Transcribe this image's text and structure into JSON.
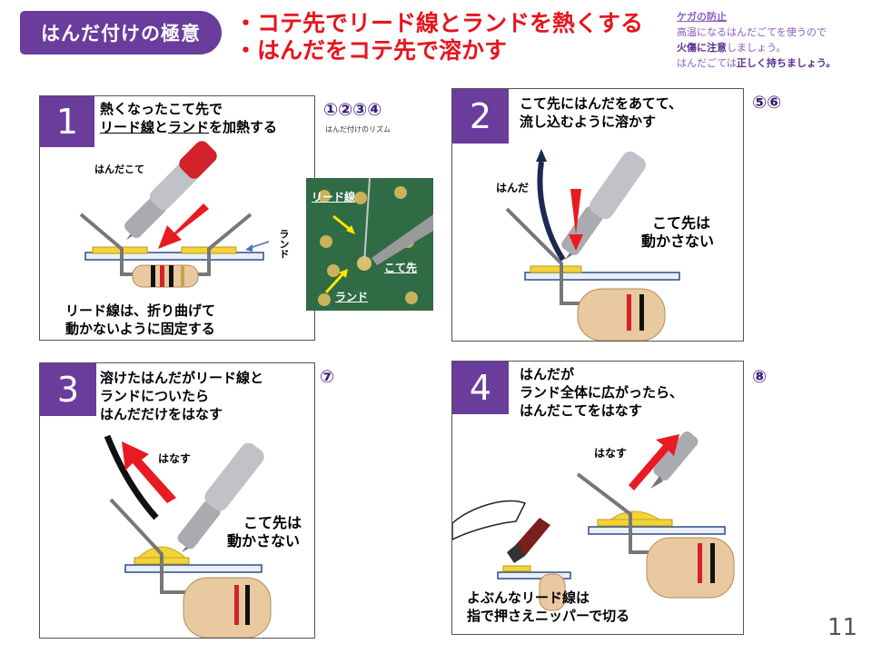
{
  "header": {
    "title": "はんだ付けの極意",
    "points": [
      "・コテ先でリード線とランドを熱くする",
      "・はんだをコテ先で溶かす"
    ]
  },
  "safety": {
    "heading": "ケガの防止",
    "line1": "高温になるはんだごてを使うので",
    "line2_bold": "火傷に注意",
    "line2_rest": "しましょう。",
    "line3_pre": "はんだごては",
    "line3_bold": "正しく持ちましょう。"
  },
  "steps": [
    {
      "number": "1",
      "caption_line1": "熱くなったこて先で",
      "caption_b1": "リード線",
      "caption_mid": "と",
      "caption_b2": "ランド",
      "caption_end": "を加熱する",
      "label_iron": "はんだこて",
      "label_land": "ランド",
      "note_line1": "リード線は、折り曲げて",
      "note_line2": "動かないように固定する"
    },
    {
      "number": "2",
      "caption_line1": "こて先にはんだをあてて、",
      "caption_line2": "流し込むように溶かす",
      "label_solder": "はんだ",
      "note_line1": "こて先は",
      "note_line2": "動かさない"
    },
    {
      "number": "3",
      "caption_line1": "溶けたはんだがリード線と",
      "caption_line2": "ランドについたら",
      "caption_line3": "はんだだけをはなす",
      "label_release": "はなす",
      "note_line1": "こて先は",
      "note_line2": "動かさない"
    },
    {
      "number": "4",
      "caption_line1": "はんだが",
      "caption_line2": "ランド全体に広がったら、",
      "caption_line3": "はんだこてをはなす",
      "label_release": "はなす",
      "note_line1": "よぶんなリード線は",
      "note_line2": "指で押さえニッパーで切る"
    }
  ],
  "rhythm": {
    "step1_marks": "①②③④",
    "step1_sub": "はんだ付けのリズム",
    "step2_marks": "⑤⑥",
    "step3_marks": "⑦",
    "step4_marks": "⑧"
  },
  "photo": {
    "label_lead": "リード線",
    "label_tip": "こて先",
    "label_land": "ランド"
  },
  "page_number": "11",
  "colors": {
    "accent_purple": "#6a3c9c",
    "headline_red": "#e6141e",
    "arrow_red": "#e81a22",
    "land_yellow": "#f2d43a",
    "solder_navy": "#1b2a55"
  }
}
